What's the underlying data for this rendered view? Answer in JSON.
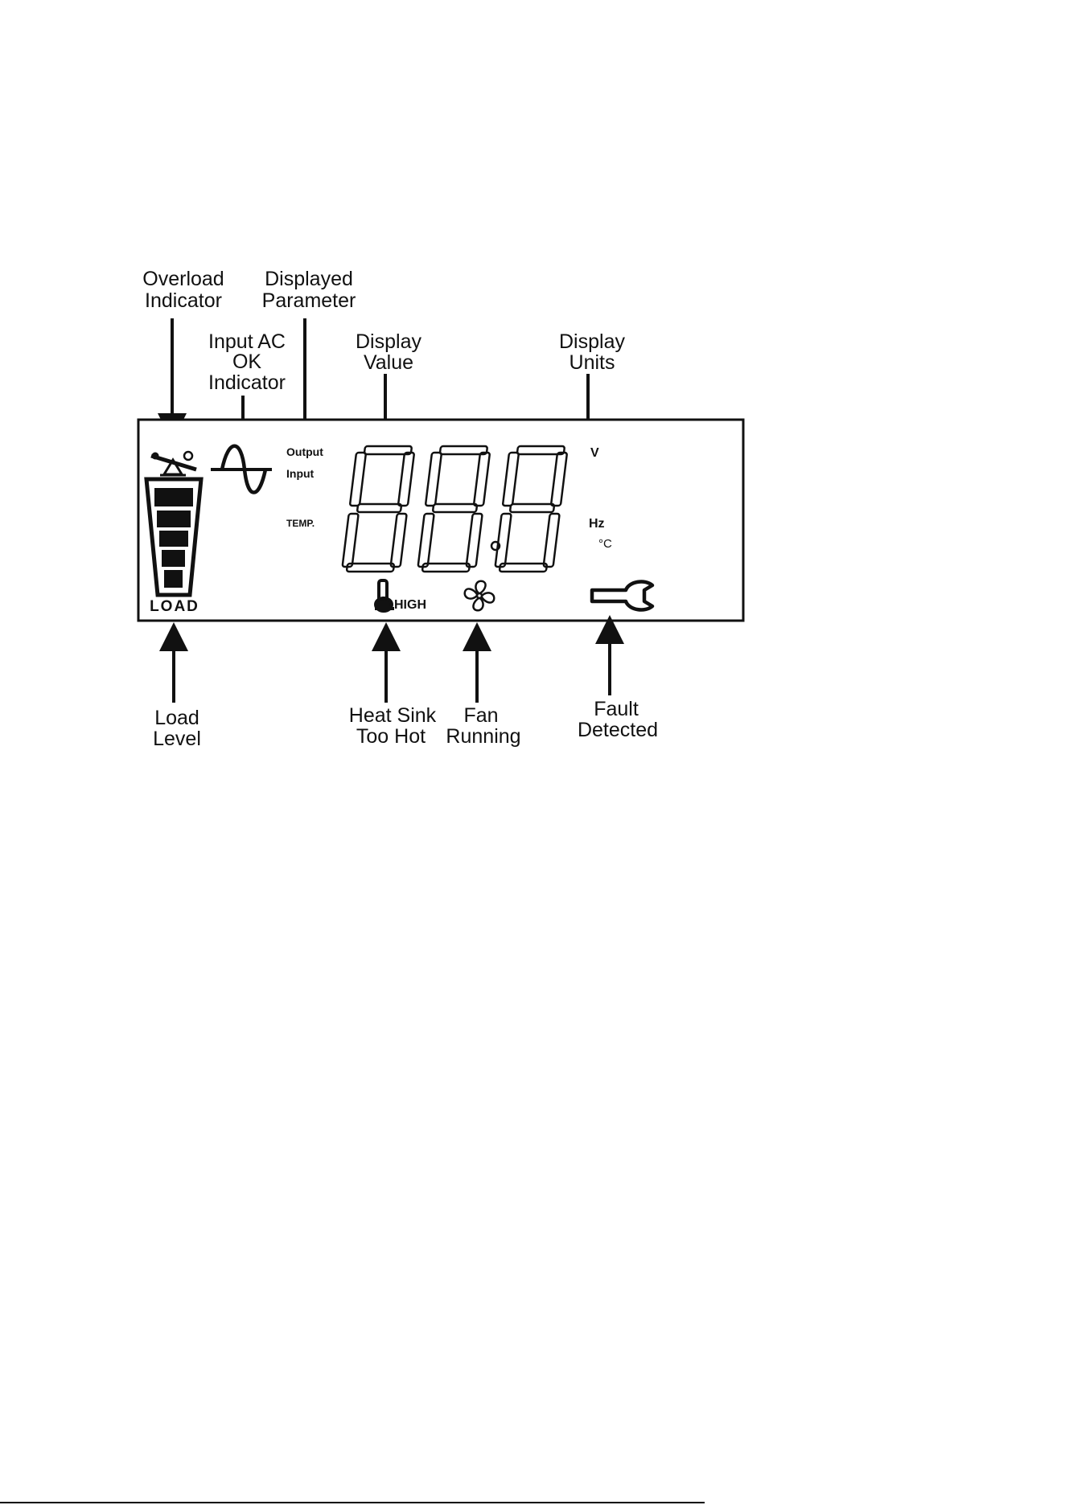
{
  "callouts": {
    "overload_l1": "Overload",
    "overload_l2": "Indicator",
    "displayed_parameter_l1": "Displayed",
    "displayed_parameter_l2": "Parameter",
    "input_ac_l1": "Input AC",
    "input_ac_l2": "OK",
    "input_ac_l3": "Indicator",
    "display_value_l1": "Display",
    "display_value_l2": "Value",
    "display_units_l1": "Display",
    "display_units_l2": "Units",
    "load_level_l1": "Load",
    "load_level_l2": "Level",
    "heat_sink_l1": "Heat Sink",
    "heat_sink_l2": "Too Hot",
    "fan_l1": "Fan",
    "fan_l2": "Running",
    "fault_l1": "Fault",
    "fault_l2": "Detected"
  },
  "lcd": {
    "param_output": "Output",
    "param_input": "Input",
    "param_temp": "TEMP.",
    "unit_v": "V",
    "unit_hz": "Hz",
    "unit_c": "°C",
    "load_label": "LOAD",
    "high_label": "HIGH",
    "load_segments": 5,
    "icons": [
      "overload-seesaw-icon",
      "sine-wave-icon",
      "thermometer-icon",
      "fan-icon",
      "wrench-icon"
    ]
  },
  "colors": {
    "ink": "#111111",
    "background": "#ffffff"
  }
}
